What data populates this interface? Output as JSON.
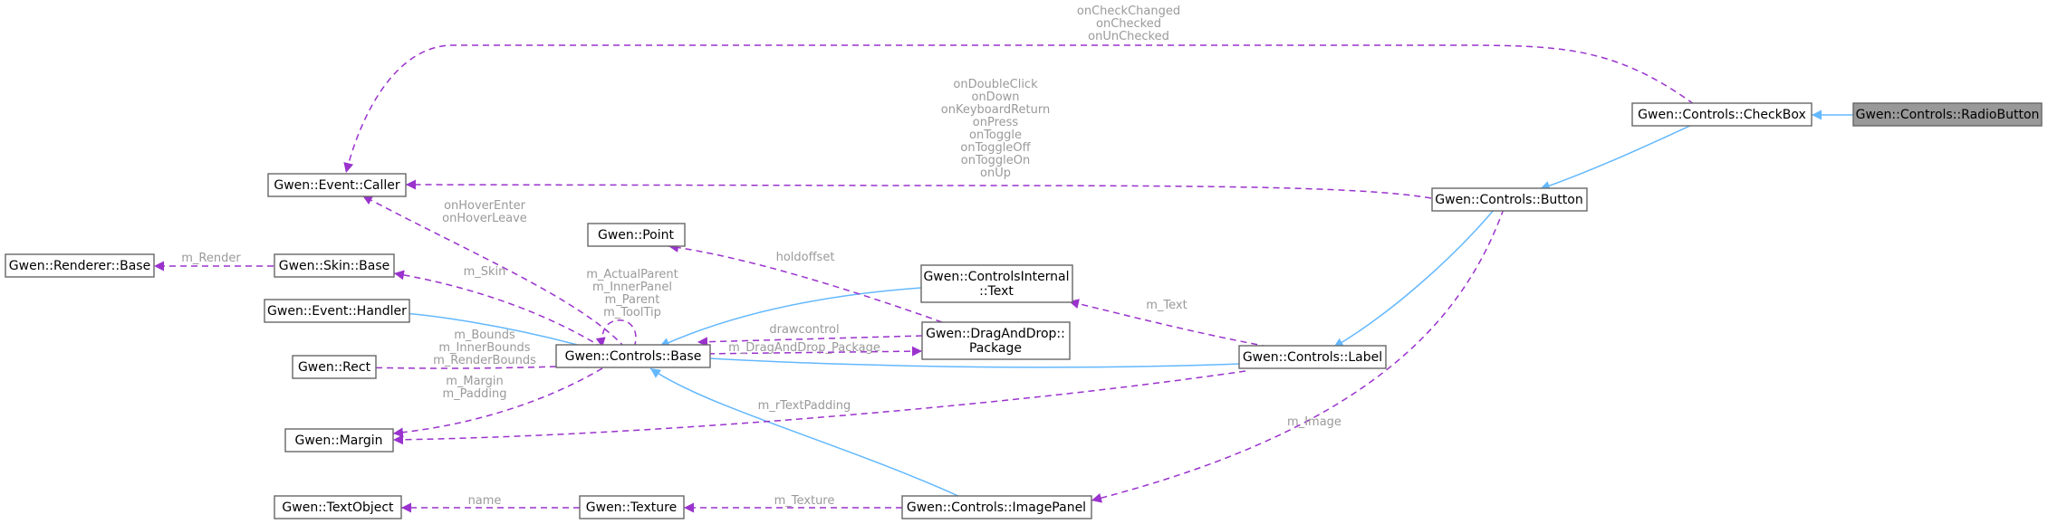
{
  "nodes": {
    "radio": "Gwen::Controls::RadioButton",
    "checkbox": "Gwen::Controls::CheckBox",
    "button": "Gwen::Controls::Button",
    "caller": "Gwen::Event::Caller",
    "renderer": "Gwen::Renderer::Base",
    "skin": "Gwen::Skin::Base",
    "handler": "Gwen::Event::Handler",
    "rect": "Gwen::Rect",
    "margin": "Gwen::Margin",
    "textobject": "Gwen::TextObject",
    "point": "Gwen::Point",
    "base": "Gwen::Controls::Base",
    "texture": "Gwen::Texture",
    "citext_1": "Gwen::ControlsInternal",
    "citext_2": "::Text",
    "dnd_1": "Gwen::DragAndDrop::",
    "dnd_2": "Package",
    "label": "Gwen::Controls::Label",
    "imagepanel": "Gwen::Controls::ImagePanel"
  },
  "labels": {
    "checkbox_events": [
      "onCheckChanged",
      "onChecked",
      "onUnChecked"
    ],
    "button_events": [
      "onDoubleClick",
      "onDown",
      "onKeyboardReturn",
      "onPress",
      "onToggle",
      "onToggleOff",
      "onToggleOn",
      "onUp"
    ],
    "hover_events": [
      "onHoverEnter",
      "onHoverLeave"
    ],
    "render": "m_Render",
    "skin": "m_Skin",
    "self_refs": [
      "m_ActualParent",
      "m_InnerPanel",
      "m_Parent",
      "m_ToolTip"
    ],
    "holdoffset": "holdoffset",
    "text": "m_Text",
    "drawcontrol": "drawcontrol",
    "dnd_package": "m_DragAndDrop_Package",
    "bounds": [
      "m_Bounds",
      "m_InnerBounds",
      "m_RenderBounds"
    ],
    "margin_padding": [
      "m_Margin",
      "m_Padding"
    ],
    "text_padding": "m_rTextPadding",
    "image": "m_Image",
    "name": "name",
    "texture": "m_Texture"
  },
  "colors": {
    "inherit_edge": "#63b8ff",
    "usage_edge": "#9a32cd",
    "edge_label": "#9a9a9a",
    "highlight_fill": "#999999",
    "node_border": "#666666"
  }
}
